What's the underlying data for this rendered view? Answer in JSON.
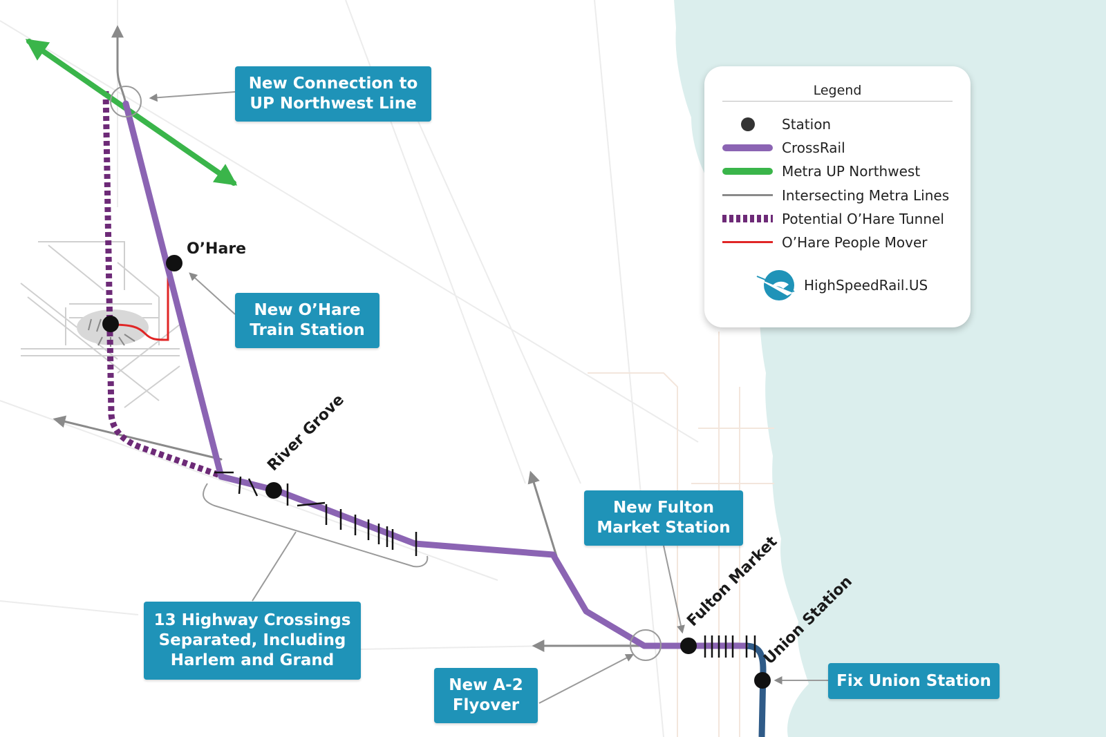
{
  "colors": {
    "crossrail": "#8b64b3",
    "metra_up_nw": "#3ab54a",
    "intersecting": "#8a8a8a",
    "tunnel": "#6d2a77",
    "people_mover": "#e02626",
    "station": "#111111",
    "callout_bg": "#1f93b8",
    "lake": "#dbeeed",
    "union_line": "#2f5b88"
  },
  "callouts": {
    "up_nw_connection": [
      "New Connection to",
      "UP Northwest Line"
    ],
    "ohare_station": [
      "New O’Hare",
      "Train Station"
    ],
    "fulton_station": [
      "New Fulton",
      "Market Station"
    ],
    "highway_crossings": [
      "13 Highway Crossings",
      "Separated, Including",
      "Harlem and Grand"
    ],
    "a2_flyover": [
      "New A-2",
      "Flyover"
    ],
    "fix_union": [
      "Fix Union Station"
    ]
  },
  "stations": {
    "ohare": "O’Hare",
    "river_grove": "River Grove",
    "fulton_market": "Fulton Market",
    "union_station": "Union Station"
  },
  "legend": {
    "title": "Legend",
    "items": [
      {
        "label": "Station",
        "swatch": "dot",
        "icon": "station-dot-icon"
      },
      {
        "label": "CrossRail",
        "swatch": "line",
        "color": "#8b64b3"
      },
      {
        "label": "Metra UP Northwest",
        "swatch": "line",
        "color": "#3ab54a"
      },
      {
        "label": "Intersecting Metra Lines",
        "swatch": "thin",
        "color": "#8a8a8a"
      },
      {
        "label": "Potential O’Hare Tunnel",
        "swatch": "dash",
        "color": "#6d2a77"
      },
      {
        "label": "O’Hare People Mover",
        "swatch": "thin",
        "color": "#e02626"
      }
    ],
    "brand": "HighSpeedRail.US"
  }
}
